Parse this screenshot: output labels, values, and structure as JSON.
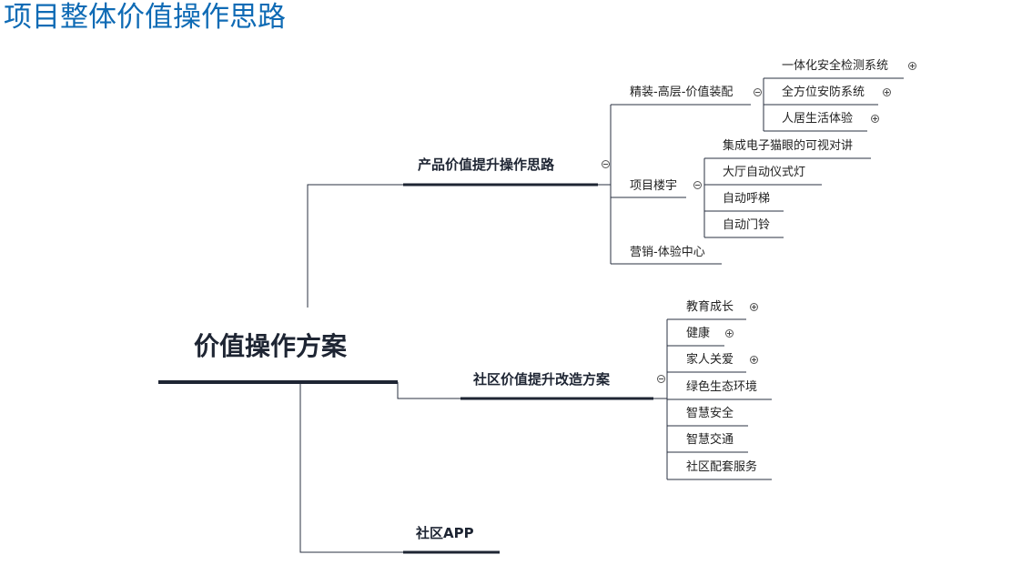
{
  "title": "项目整体价值操作思路",
  "mindmap": {
    "root": "价值操作方案",
    "product": {
      "label": "产品价值提升操作思路",
      "jingzhuang": {
        "label": "精装-高层-价值装配",
        "items": [
          "一体化安全检测系统",
          "全方位安防系统",
          "人居生活体验"
        ]
      },
      "louyu": {
        "label": "项目楼宇",
        "items": [
          "集成电子猫眼的可视对讲",
          "大厅自动仪式灯",
          "自动呼梯",
          "自动门铃"
        ]
      },
      "yingxiao": {
        "label": "营销-体验中心"
      }
    },
    "community": {
      "label": "社区价值提升改造方案",
      "items": [
        "教育成长",
        "健康",
        "家人关爱",
        "绿色生态环境",
        "智慧安全",
        "智慧交通",
        "社区配套服务"
      ]
    },
    "app": {
      "label": "社区APP"
    }
  },
  "colors": {
    "title": "#0f6bb5",
    "line": "#1e2533",
    "thin_line": "#2a3142"
  }
}
